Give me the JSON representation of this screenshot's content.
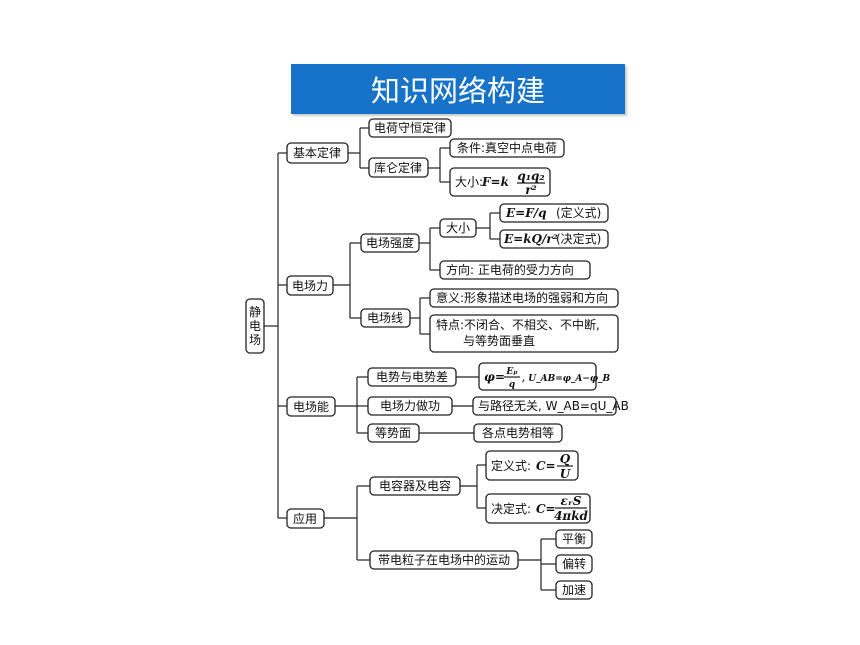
{
  "title": "知识网络构建",
  "root": "静电场",
  "law": {
    "label": "基本定律",
    "charge_conservation": "电荷守恒定律",
    "coulomb": "库仑定律",
    "condition": "条件:真空中点电荷",
    "magnitude_prefix": "大小:",
    "coulomb_formula": {
      "lhs": "F=k",
      "num": "q₁q₂",
      "den": "r²"
    }
  },
  "force": {
    "label": "电场力",
    "intensity": "电场强度",
    "size": "大小",
    "def_formula": "E=F/q",
    "def_tag": "(定义式)",
    "decide_formula": "E=kQ/r²",
    "decide_tag": "(决定式)",
    "direction": "方向:  正电荷的受力方向",
    "field_line": "电场线",
    "meaning": "意义:形象描述电场的强弱和方向",
    "features_1": "特点:不闭合、不相交、不中断,",
    "features_2": "与等势面垂直"
  },
  "energy": {
    "label": "电场能",
    "potential": "电势与电势差",
    "potential_formula": {
      "lhs": "φ=",
      "num": "Eₚ",
      "den": "q",
      "rest": ", U_AB=φ_A−φ_B"
    },
    "work": "电场力做功",
    "work_formula": "与路径无关, W_AB=qU_AB",
    "equipotential": "等势面",
    "equal_potential": "各点电势相等"
  },
  "apply": {
    "label": "应用",
    "capacitor": "电容器及电容",
    "cap_def": {
      "prefix": "定义式:",
      "lhs": "C=",
      "num": "Q",
      "den": "U"
    },
    "cap_decide": {
      "prefix": "决定式:",
      "lhs": "C=",
      "num": "εᵣS",
      "den": "4πkd"
    },
    "particle_motion": "带电粒子在电场中的运动",
    "balance": "平衡",
    "deflect": "偏转",
    "accelerate": "加速"
  }
}
